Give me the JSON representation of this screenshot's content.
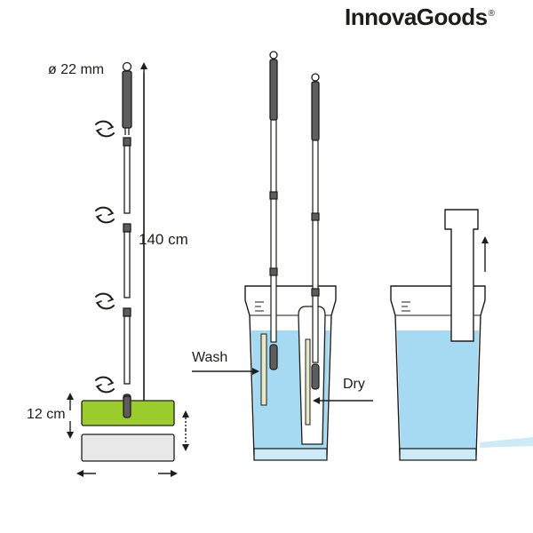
{
  "brand": {
    "name": "InnovaGoods",
    "registered_mark": "®"
  },
  "dimensions": {
    "diameter": "ø 22 mm",
    "handle_length": "140 cm",
    "pad_height": "12 cm"
  },
  "bucket_labels": {
    "wash": "Wash",
    "dry": "Dry"
  },
  "icons": {
    "twist": "rotate-twist-icon",
    "arrow": "arrow-icon"
  },
  "colors": {
    "outline": "#1d1d1b",
    "handle_grip": "#5d5d5d",
    "pad_green": "#9ccc2b",
    "pad_gray": "#e8e8e8",
    "water": "#a6d9f2",
    "water_light": "#cdeaf7",
    "bucket_fill": "#ffffff"
  }
}
